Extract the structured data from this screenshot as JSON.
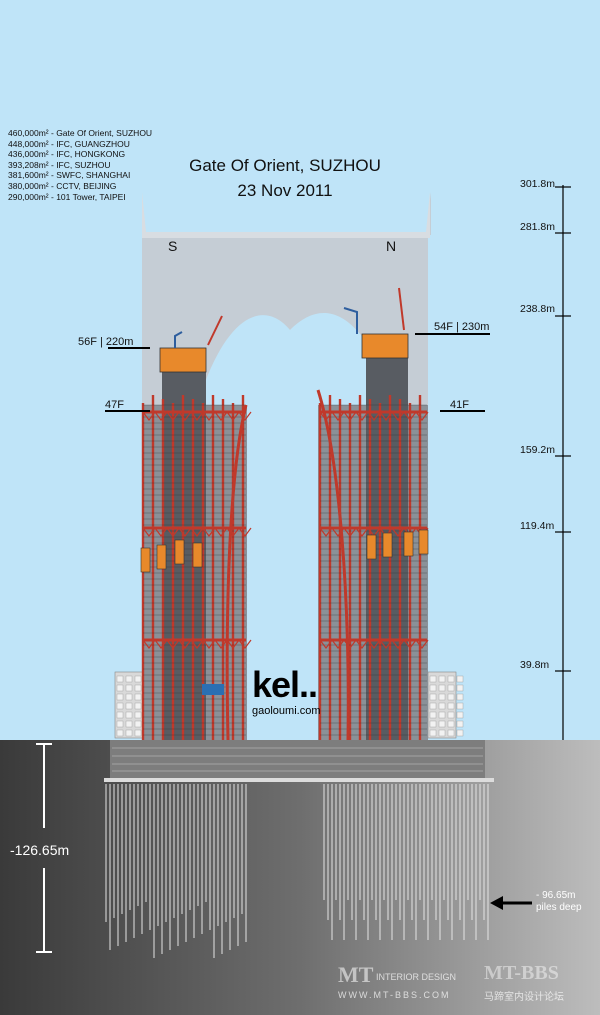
{
  "legend": [
    "460,000m² - Gate Of Orient, SUZHOU",
    "448,000m² - IFC, GUANGZHOU",
    "436,000m² - IFC, HONGKONG",
    "393,208m² - IFC, SUZHOU",
    "381,600m² - SWFC, SHANGHAI",
    "380,000m² - CCTV, BEIJING",
    "290,000m² - 101 Tower, TAIPEI"
  ],
  "title": {
    "line1": "Gate Of Orient, SUZHOU",
    "line2": "23 Nov 2011"
  },
  "direction": {
    "south": "S",
    "north": "N"
  },
  "floors": {
    "south_top": "56F | 220m",
    "north_top": "54F | 230m",
    "south_mid": "47F",
    "north_mid": "41F"
  },
  "elevations": [
    "301.8m",
    "281.8m",
    "238.8m",
    "159.2m",
    "119.4m",
    "39.8m"
  ],
  "elevation_values": [
    301.8,
    281.8,
    238.8,
    159.2,
    119.4,
    39.8
  ],
  "logo": {
    "mark": "kel..",
    "site": "gaoloumi.com"
  },
  "depth": "-126.65m",
  "piles_note": [
    "- 96.65m",
    "piles deep"
  ],
  "watermark": {
    "mt": "MT",
    "interior": "INTERIOR DESIGN",
    "url": "WWW.MT-BBS.COM",
    "bbs": "MT-BBS",
    "cn": "马蹄室内设计论坛"
  },
  "colors": {
    "sky": "#bfe4f8",
    "steel": "#c0392b",
    "crown": "#e8892b",
    "core": "#585c62"
  }
}
